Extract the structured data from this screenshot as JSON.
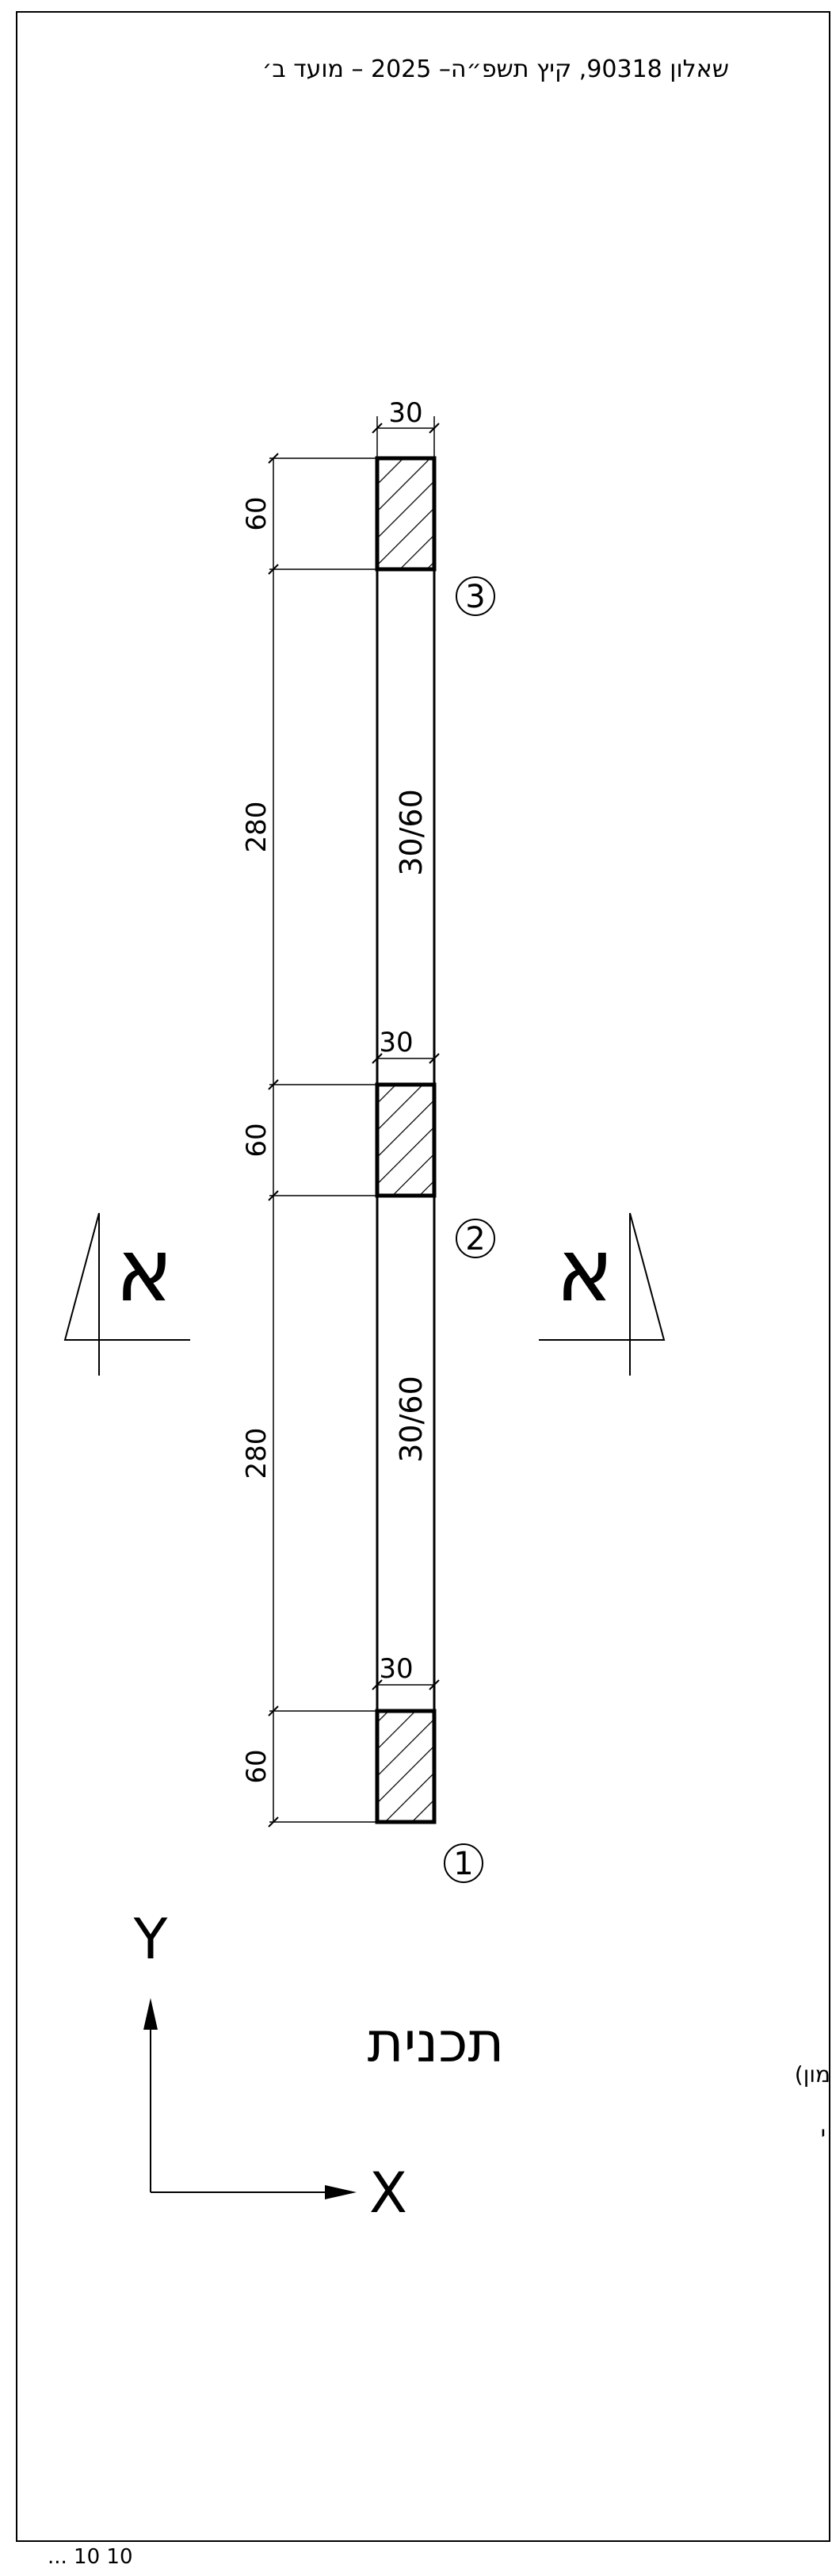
{
  "header": {
    "title": "שאלון 90318, קיץ תשפ״ה– 2025 – מועד ב׳"
  },
  "plan": {
    "title": "תכנית",
    "section_marker": "א",
    "axis_x": "X",
    "axis_y": "Y"
  },
  "dimensions": {
    "widths": [
      "30",
      "30",
      "30"
    ],
    "lengths": [
      "60",
      "280",
      "60",
      "280",
      "60"
    ]
  },
  "beams": [
    {
      "label": "30/60"
    },
    {
      "label": "30/60"
    }
  ],
  "columns": [
    {
      "label": "3"
    },
    {
      "label": "2"
    },
    {
      "label": "1"
    }
  ],
  "clipped": {
    "right_text_1": "מון)",
    "right_text_2": "י",
    "right_text_3": "",
    "footer": "... 10   10"
  }
}
